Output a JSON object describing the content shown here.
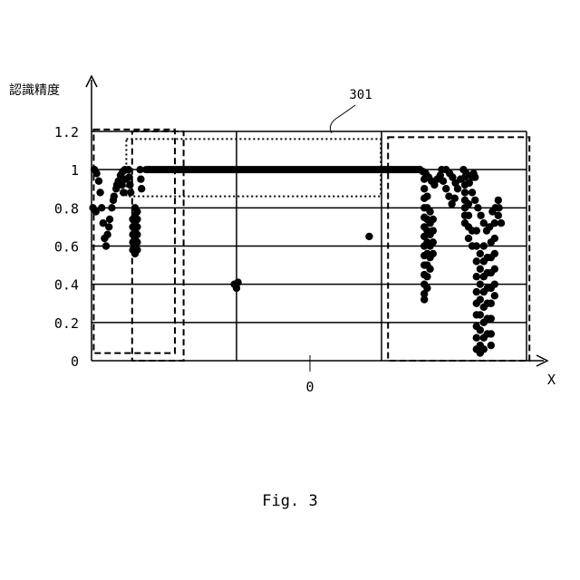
{
  "chart_data": {
    "type": "scatter",
    "ylabel": "認識精度",
    "xlabel": "X",
    "x_center_label": "0",
    "y_ticks": [
      "0",
      "0.2",
      "0.4",
      "0.6",
      "0.8",
      "1",
      "1.2"
    ],
    "ylim": [
      0,
      1.2
    ],
    "xlim": [
      -60,
      60
    ],
    "grid": "horizontal lines at every y tick, vertical lines at x = -20 and x = 20",
    "reference_label": "301",
    "caption": "Fig. 3",
    "plateau": {
      "x_start": -45,
      "x_end": 30,
      "y": 1.0
    },
    "series": [
      {
        "values": [
          [
            -59.2,
            1.0
          ],
          [
            -58.6,
            0.98
          ],
          [
            -58.0,
            0.94
          ],
          [
            -57.6,
            0.88
          ],
          [
            -57.2,
            0.8
          ],
          [
            -56.8,
            0.72
          ],
          [
            -56.4,
            0.64
          ],
          [
            -56.0,
            0.6
          ],
          [
            -55.6,
            0.66
          ],
          [
            -55.0,
            0.74
          ],
          [
            -54.4,
            0.8
          ],
          [
            -53.8,
            0.86
          ],
          [
            -53.2,
            0.9
          ],
          [
            -52.6,
            0.94
          ],
          [
            -52.0,
            0.97
          ],
          [
            -51.4,
            0.99
          ],
          [
            -50.8,
            1.0
          ],
          [
            -59.6,
            0.8
          ],
          [
            -58.8,
            0.78
          ],
          [
            -55.2,
            0.7
          ],
          [
            -54.0,
            0.84
          ],
          [
            -53.0,
            0.92
          ],
          [
            -51.6,
            0.92
          ],
          [
            -51.2,
            0.88
          ],
          [
            -50.6,
            0.95
          ],
          [
            -49.8,
            1.0
          ],
          [
            -49.6,
            0.96
          ],
          [
            -49.4,
            0.92
          ],
          [
            -49.2,
            0.88
          ],
          [
            -48.6,
            0.74
          ],
          [
            -48.6,
            0.7
          ],
          [
            -48.6,
            0.66
          ],
          [
            -48.6,
            0.62
          ],
          [
            -48.6,
            0.58
          ],
          [
            -48.0,
            0.8
          ],
          [
            -48.0,
            0.76
          ],
          [
            -48.0,
            0.72
          ],
          [
            -48.0,
            0.68
          ],
          [
            -48.0,
            0.64
          ],
          [
            -48.0,
            0.6
          ],
          [
            -48.0,
            0.56
          ],
          [
            -47.4,
            0.78
          ],
          [
            -47.4,
            0.74
          ],
          [
            -47.4,
            0.7
          ],
          [
            -47.4,
            0.66
          ],
          [
            -47.4,
            0.62
          ],
          [
            -47.4,
            0.58
          ],
          [
            -46.6,
            1.0
          ],
          [
            -46.4,
            0.95
          ],
          [
            -46.2,
            0.9
          ],
          [
            -20.6,
            0.4
          ],
          [
            -20.0,
            0.38
          ],
          [
            -19.6,
            0.41
          ],
          [
            16.6,
            0.65
          ],
          [
            30.6,
            1.0
          ],
          [
            31.4,
            0.99
          ],
          [
            32.2,
            0.98
          ],
          [
            33.0,
            0.96
          ],
          [
            33.8,
            0.94
          ],
          [
            34.6,
            0.92
          ],
          [
            35.4,
            0.95
          ],
          [
            36.2,
            0.97
          ],
          [
            37.0,
            0.94
          ],
          [
            37.8,
            0.9
          ],
          [
            38.6,
            0.86
          ],
          [
            39.4,
            0.82
          ],
          [
            40.2,
            0.85
          ],
          [
            41.0,
            0.9
          ],
          [
            41.8,
            0.95
          ],
          [
            42.6,
            1.0
          ],
          [
            43.4,
            0.98
          ],
          [
            44.2,
            0.93
          ],
          [
            45.0,
            0.88
          ],
          [
            45.8,
            0.84
          ],
          [
            46.6,
            0.8
          ],
          [
            47.4,
            0.76
          ],
          [
            48.2,
            0.72
          ],
          [
            49.0,
            0.68
          ],
          [
            49.8,
            0.7
          ],
          [
            50.6,
            0.78
          ],
          [
            51.4,
            0.8
          ],
          [
            52.2,
            0.76
          ],
          [
            53.0,
            0.72
          ],
          [
            31.8,
            0.95
          ],
          [
            31.8,
            0.9
          ],
          [
            31.8,
            0.85
          ],
          [
            31.8,
            0.8
          ],
          [
            31.8,
            0.75
          ],
          [
            31.8,
            0.7
          ],
          [
            31.8,
            0.65
          ],
          [
            31.8,
            0.6
          ],
          [
            31.8,
            0.55
          ],
          [
            31.8,
            0.5
          ],
          [
            31.8,
            0.45
          ],
          [
            31.8,
            0.4
          ],
          [
            31.8,
            0.35
          ],
          [
            31.8,
            0.32
          ],
          [
            32.6,
            0.86
          ],
          [
            32.6,
            0.8
          ],
          [
            32.6,
            0.74
          ],
          [
            32.6,
            0.68
          ],
          [
            32.6,
            0.62
          ],
          [
            32.6,
            0.56
          ],
          [
            32.6,
            0.5
          ],
          [
            32.6,
            0.44
          ],
          [
            32.6,
            0.38
          ],
          [
            33.4,
            0.78
          ],
          [
            33.4,
            0.72
          ],
          [
            33.4,
            0.66
          ],
          [
            33.4,
            0.6
          ],
          [
            33.4,
            0.54
          ],
          [
            33.4,
            0.48
          ],
          [
            34.2,
            0.74
          ],
          [
            34.2,
            0.68
          ],
          [
            34.2,
            0.62
          ],
          [
            34.2,
            0.56
          ],
          [
            36.6,
            1.0
          ],
          [
            37.8,
            1.0
          ],
          [
            38.8,
            0.98
          ],
          [
            39.6,
            0.96
          ],
          [
            40.4,
            0.93
          ],
          [
            43.0,
            0.96
          ],
          [
            43.0,
            0.92
          ],
          [
            43.0,
            0.88
          ],
          [
            43.0,
            0.84
          ],
          [
            43.0,
            0.8
          ],
          [
            43.0,
            0.76
          ],
          [
            43.0,
            0.72
          ],
          [
            44.0,
            0.82
          ],
          [
            44.0,
            0.76
          ],
          [
            44.0,
            0.7
          ],
          [
            44.0,
            0.64
          ],
          [
            45.0,
            0.96
          ],
          [
            45.0,
            0.68
          ],
          [
            45.0,
            0.6
          ],
          [
            46.2,
            0.68
          ],
          [
            46.2,
            0.6
          ],
          [
            46.2,
            0.52
          ],
          [
            46.2,
            0.44
          ],
          [
            46.2,
            0.36
          ],
          [
            46.2,
            0.3
          ],
          [
            46.2,
            0.24
          ],
          [
            46.2,
            0.18
          ],
          [
            46.2,
            0.12
          ],
          [
            46.2,
            0.06
          ],
          [
            47.2,
            0.56
          ],
          [
            47.2,
            0.48
          ],
          [
            47.2,
            0.4
          ],
          [
            47.2,
            0.32
          ],
          [
            47.2,
            0.24
          ],
          [
            47.2,
            0.16
          ],
          [
            47.2,
            0.08
          ],
          [
            47.2,
            0.04
          ],
          [
            48.2,
            0.6
          ],
          [
            48.2,
            0.52
          ],
          [
            48.2,
            0.44
          ],
          [
            48.2,
            0.36
          ],
          [
            48.2,
            0.28
          ],
          [
            48.2,
            0.2
          ],
          [
            48.2,
            0.12
          ],
          [
            48.2,
            0.06
          ],
          [
            49.2,
            0.54
          ],
          [
            49.2,
            0.46
          ],
          [
            49.2,
            0.38
          ],
          [
            49.2,
            0.3
          ],
          [
            49.2,
            0.22
          ],
          [
            49.2,
            0.14
          ],
          [
            50.2,
            0.62
          ],
          [
            50.2,
            0.54
          ],
          [
            50.2,
            0.46
          ],
          [
            50.2,
            0.38
          ],
          [
            50.2,
            0.3
          ],
          [
            50.2,
            0.22
          ],
          [
            50.2,
            0.14
          ],
          [
            50.2,
            0.08
          ],
          [
            51.2,
            0.72
          ],
          [
            51.2,
            0.64
          ],
          [
            51.2,
            0.56
          ],
          [
            51.2,
            0.48
          ],
          [
            51.2,
            0.4
          ],
          [
            51.2,
            0.34
          ],
          [
            52.2,
            0.84
          ],
          [
            52.4,
            0.8
          ],
          [
            45.4,
            0.98
          ],
          [
            45.8,
            0.96
          ]
        ]
      }
    ],
    "regions": [
      {
        "style": "dashed",
        "x": [
          -59.4,
          -37.0
        ],
        "y": [
          0.04,
          1.21
        ]
      },
      {
        "style": "dotted",
        "x": [
          -50.4,
          19.8
        ],
        "y": [
          0.86,
          1.16
        ]
      },
      {
        "style": "dashed",
        "x": [
          21.8,
          60.8
        ],
        "y": [
          0.0,
          1.17
        ]
      },
      {
        "style": "dashed",
        "x": [
          -48.8,
          -34.6
        ],
        "y": [
          0.0,
          1.2
        ]
      }
    ]
  }
}
